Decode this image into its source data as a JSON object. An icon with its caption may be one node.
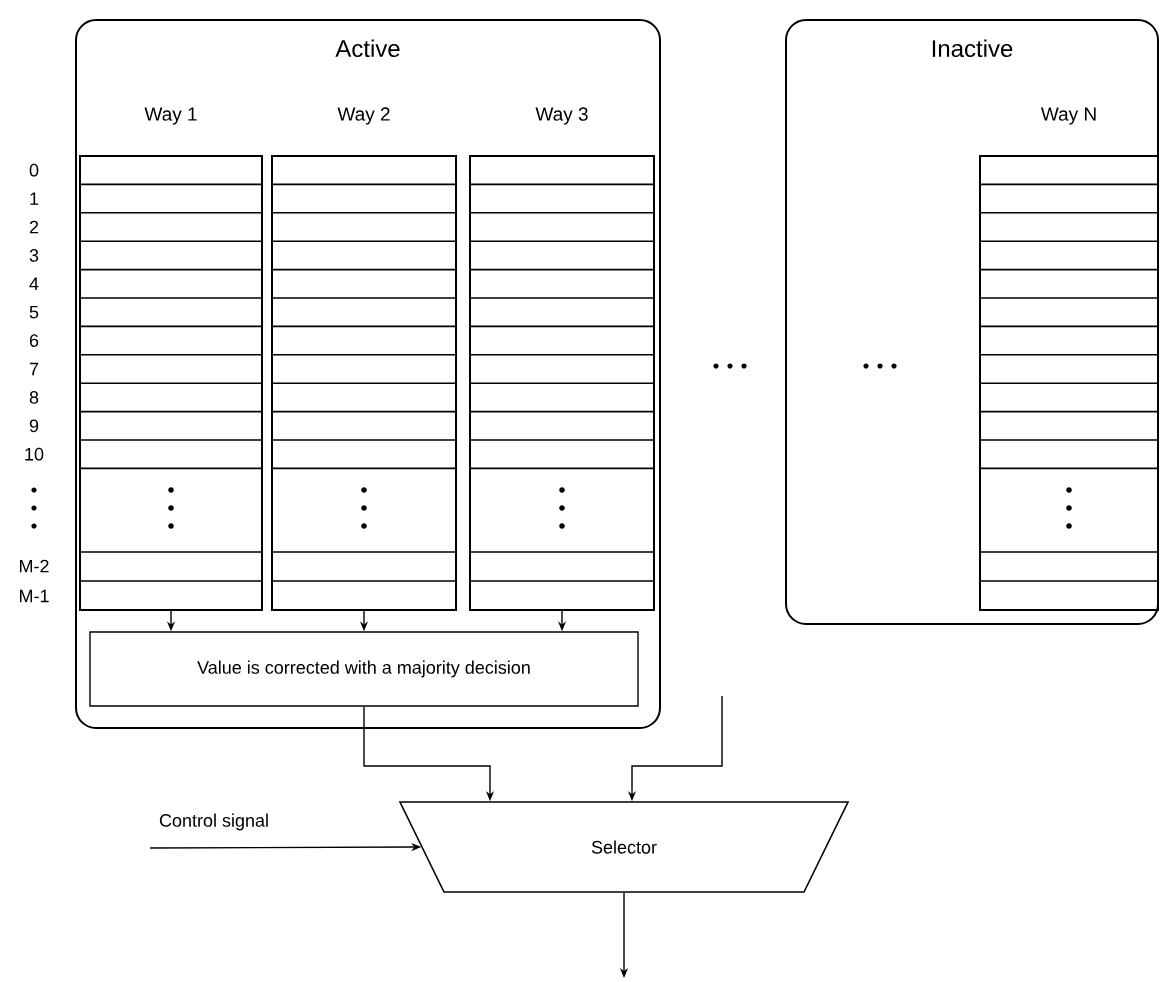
{
  "diagram": {
    "nodes": [
      {
        "text": [
          "Active"
        ]
      },
      {
        "text": [
          "Way 1"
        ],
        "in": 0
      },
      {
        "text": [
          "Way 2"
        ],
        "in": 0
      },
      {
        "text": [
          "Way 3"
        ],
        "in": 0
      },
      {
        "text": [
          "Value is corrected with a majority decision"
        ],
        "in": 0
      },
      {
        "text": [
          "Inactive"
        ]
      },
      {
        "text": [
          "Way N"
        ],
        "in": 5
      },
      {
        "text": [
          "Selector"
        ]
      }
    ],
    "edges": [
      {
        "from": 1,
        "to": 4,
        "arrow": "to"
      },
      {
        "from": 2,
        "to": 4,
        "arrow": "to"
      },
      {
        "from": 3,
        "to": 4,
        "arrow": "to"
      },
      {
        "from": 4,
        "to": 7,
        "arrow": "to"
      },
      {
        "from": null,
        "to": 7,
        "arrow": "to"
      },
      {
        "from": null,
        "to": 7,
        "arrow": "to",
        "label": "Control signal"
      },
      {
        "from": 7,
        "to": null,
        "arrow": "to"
      }
    ],
    "labels": [
      "0",
      "1",
      "2",
      "3",
      "4",
      "5",
      "6",
      "7",
      "8",
      "9",
      "10",
      "M-2",
      "M-1"
    ]
  }
}
